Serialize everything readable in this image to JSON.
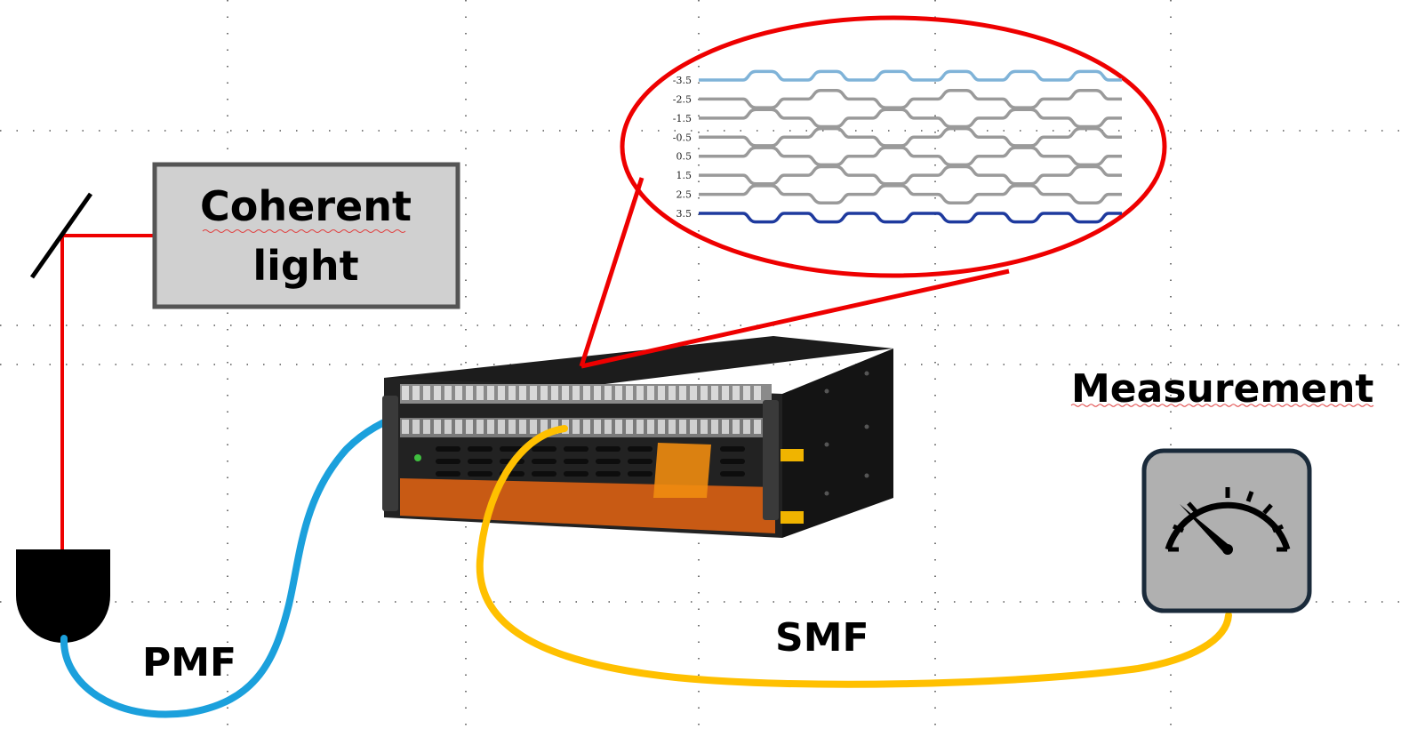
{
  "source_box": {
    "line1": "Coherent",
    "line2": "light"
  },
  "labels": {
    "pmf": "PMF",
    "smf": "SMF",
    "measurement": "Measurement"
  },
  "inset": {
    "tick_labels": [
      "-3.5",
      "-2.5",
      "-1.5",
      "-0.5",
      "0.5",
      "1.5",
      "2.5",
      "3.5"
    ],
    "waveguide_colors": [
      "#7fb3d8",
      "#9a9a9a",
      "#9a9a9a",
      "#9a9a9a",
      "#9a9a9a",
      "#9a9a9a",
      "#9a9a9a",
      "#1e3a9e"
    ]
  },
  "colors": {
    "beam": "#ee0000",
    "pmf_fiber": "#1ba0dc",
    "smf_fiber": "#ffc000",
    "callout": "#ee0000",
    "box_fill": "#d0d0d0",
    "box_border": "#555555",
    "meter_fill": "#b0b0b0",
    "meter_border": "#1a2a3a",
    "chassis_accent": "#f08c10"
  },
  "icons": [
    "mirror-icon",
    "detector-icon",
    "gauge-icon",
    "photonic-processor-chassis"
  ]
}
